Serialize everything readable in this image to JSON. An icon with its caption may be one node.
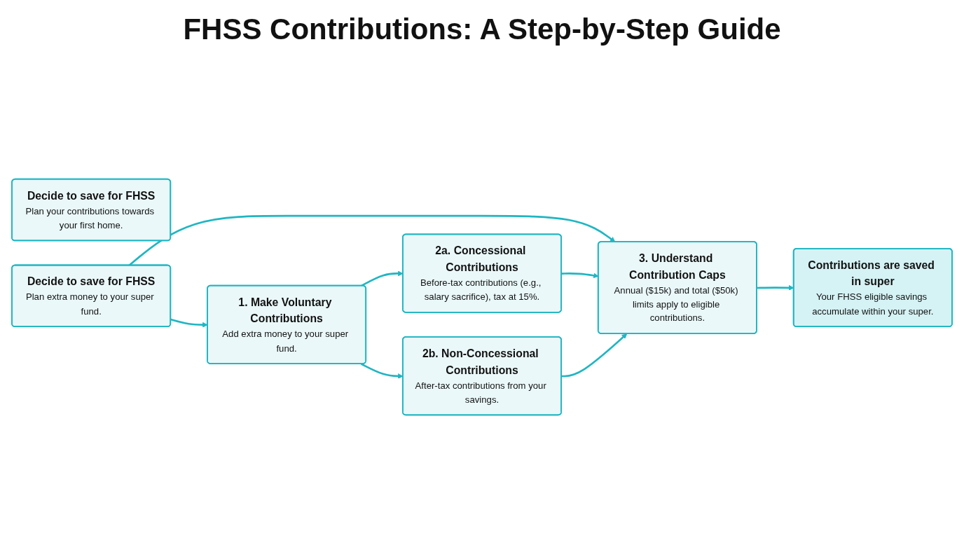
{
  "diagram": {
    "title": "FHSS Contributions: A Step-by-Step Guide",
    "nodes": [
      {
        "text": [
          "Decide to save for FHSS",
          "Plan your contributions towards your first home."
        ]
      },
      {
        "text": [
          "Decide to save for FHSS",
          "Plan extra money to your super fund."
        ]
      },
      {
        "text": [
          "1. Make Voluntary Contributions",
          "Add extra money to your super fund."
        ]
      },
      {
        "text": [
          "2a. Concessional Contributions",
          "Before-tax contributions (e.g., salary sacrifice), tax at 15%."
        ]
      },
      {
        "text": [
          "2b. Non-Concessional Contributions",
          "After-tax contributions from your savings."
        ]
      },
      {
        "text": [
          "3. Understand Contribution Caps",
          "Annual ($15k) and total ($50k) limits apply to eligible contributions."
        ]
      },
      {
        "text": [
          "Contributions are saved in super",
          "Your FHSS eligible savings accumulate within your super."
        ]
      }
    ],
    "edges": [
      {
        "from": 1,
        "to": 2,
        "arrow": "to"
      },
      {
        "from": 1,
        "to": 5,
        "arrow": "to"
      },
      {
        "from": 2,
        "to": 3,
        "arrow": "to"
      },
      {
        "from": 2,
        "to": 4,
        "arrow": "to"
      },
      {
        "from": 3,
        "to": 5,
        "arrow": "to"
      },
      {
        "from": 4,
        "to": 5,
        "arrow": "to"
      },
      {
        "from": 5,
        "to": 6,
        "arrow": "to"
      }
    ]
  }
}
